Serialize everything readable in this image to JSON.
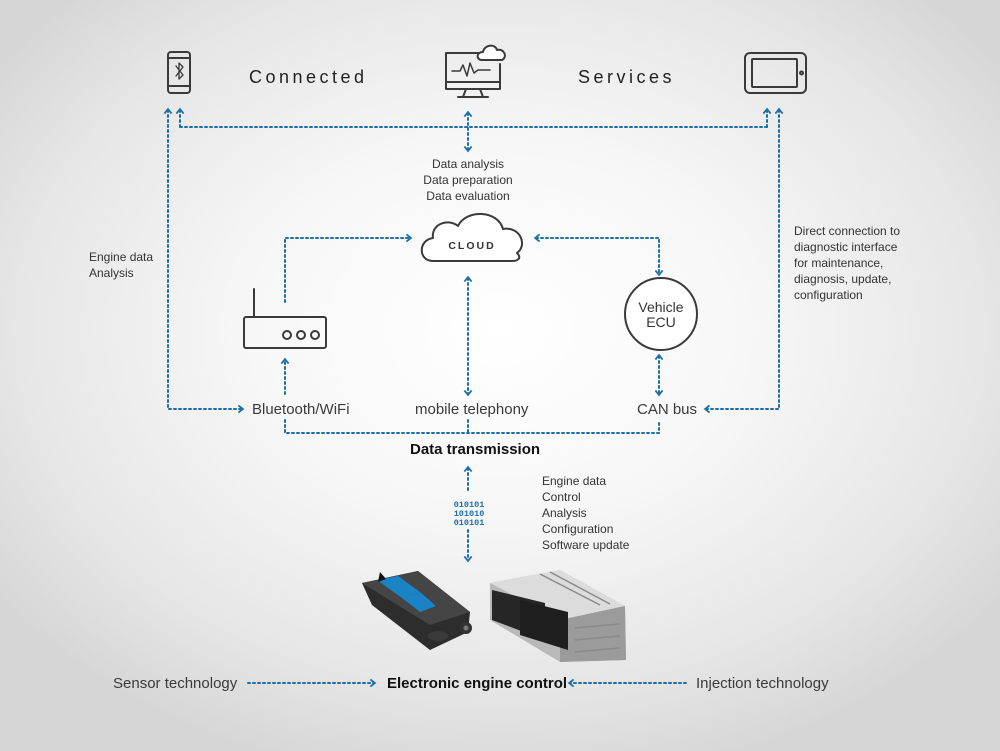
{
  "colors": {
    "dotted_line": "#1d6fa5",
    "icon_stroke": "#3a3a3a",
    "binary_text": "#1a6fa8"
  },
  "header": {
    "left_title": "Connected",
    "right_title": "Services"
  },
  "icons": {
    "top": [
      "smartphone-bluetooth-icon",
      "monitor-cloud-icon",
      "tablet-icon"
    ],
    "middle": [
      "cloud-icon",
      "router-icon",
      "vehicle-ecu-circle-icon"
    ]
  },
  "cloud": {
    "label": "CLOUD",
    "notes": [
      "Data analysis",
      "Data preparation",
      "Data evaluation"
    ]
  },
  "left_note": [
    "Engine data",
    "Analysis"
  ],
  "right_note": [
    "Direct connection to",
    "diagnostic interface",
    "for maintenance,",
    "diagnosis, update,",
    "configuration"
  ],
  "vehicle_ecu": [
    "Vehicle",
    "ECU"
  ],
  "channels": {
    "bluetooth": "Bluetooth/WiFi",
    "mobile": "mobile telephony",
    "can": "CAN bus"
  },
  "transmission": {
    "title": "Data transmission",
    "binary": [
      "010101",
      "101010",
      "010101"
    ]
  },
  "ecu_functions": [
    "Engine data",
    "Control",
    "Analysis",
    "Configuration",
    "Software update"
  ],
  "bottom": {
    "left": "Sensor technology",
    "center": "Electronic engine control",
    "right": "Injection technology"
  }
}
